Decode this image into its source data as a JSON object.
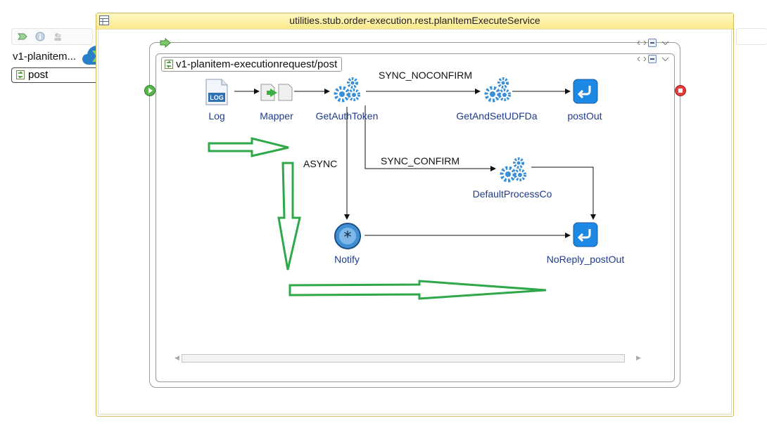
{
  "service": {
    "short_name": "v1-planitem...",
    "operation_label": "post"
  },
  "frame": {
    "title": "utilities.stub.order-execution.rest.planItemExecuteService"
  },
  "process": {
    "label": "v1-planitem-executionrequest/post"
  },
  "nodes": {
    "log": {
      "label": "Log",
      "icon_text": "LOG"
    },
    "mapper": {
      "label": "Mapper"
    },
    "get_auth_token": {
      "label": "GetAuthToken"
    },
    "get_and_set_udf": {
      "label": "GetAndSetUDFDa"
    },
    "post_out": {
      "label": "postOut"
    },
    "default_process": {
      "label": "DefaultProcessCo"
    },
    "notify": {
      "label": "Notify"
    },
    "no_reply_post_out": {
      "label": "NoReply_postOut"
    }
  },
  "edges": {
    "sync_noconfirm": "SYNC_NOCONFIRM",
    "sync_confirm": "SYNC_CONFIRM",
    "async": "ASYNC"
  },
  "colors": {
    "frame_header": "#fbe98a",
    "node_label": "#1f3b8a",
    "annotation_arrow": "#2fa84a",
    "gear": "#3a8fd6",
    "reply_box": "#1e88e5"
  }
}
